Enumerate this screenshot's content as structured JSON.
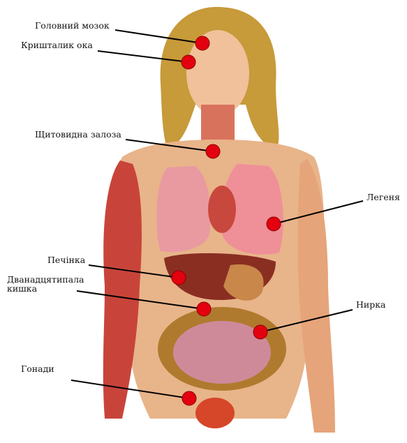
{
  "diagram": {
    "labels": [
      {
        "id": "brain",
        "text": "Головний мозок"
      },
      {
        "id": "lens",
        "text": "Кришталик ока"
      },
      {
        "id": "thyroid",
        "text": "Щитовидна залоза"
      },
      {
        "id": "lung",
        "text": "Легеня"
      },
      {
        "id": "liver",
        "text": "Печінка"
      },
      {
        "id": "duodenum",
        "text": "Дванадцятипала кишка"
      },
      {
        "id": "kidney",
        "text": "Нирка"
      },
      {
        "id": "gonads",
        "text": "Гонади"
      }
    ],
    "marker_color": "#e3000f",
    "line_color": "#000000"
  }
}
